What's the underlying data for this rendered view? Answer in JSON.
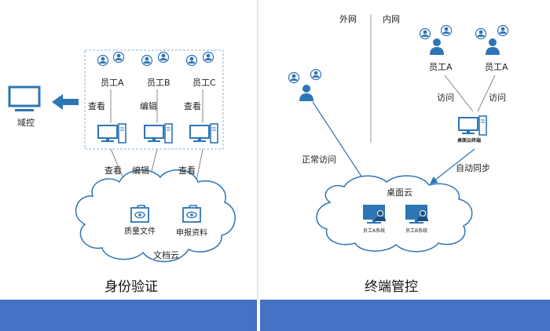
{
  "left": {
    "domain_control": "域控",
    "employees": [
      "员工A",
      "员工B",
      "员工C"
    ],
    "actions_top": [
      "查看",
      "编辑",
      "查看"
    ],
    "actions_bottom": [
      "查看",
      "编辑",
      "查看"
    ],
    "files": [
      "质量文件",
      "申报资料"
    ],
    "cloud_label": "文档云",
    "caption": "身份验证"
  },
  "right": {
    "outer_net": "外网",
    "inner_net": "内网",
    "employees": [
      "员工A",
      "员工A"
    ],
    "visit_labels": [
      "访问",
      "访问"
    ],
    "desktop_terminal": "桌面云终端",
    "normal_access": "正常访问",
    "auto_sync": "自动同步",
    "cloud_label": "桌面云",
    "systems": [
      "员工A系统",
      "员工B系统"
    ],
    "caption": "终端管控"
  },
  "colors": {
    "accent": "#2e75b6",
    "bar": "#4472c4",
    "cloud_stroke": "#2e75b6",
    "box_stroke": "#8fb4d9"
  }
}
